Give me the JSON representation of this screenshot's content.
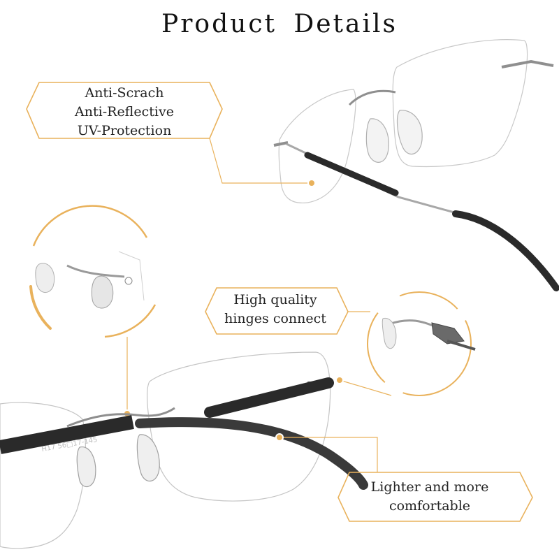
{
  "page": {
    "title": "Product Details"
  },
  "callouts": {
    "features": {
      "lines": [
        "Anti-Scrach",
        "Anti-Reflective",
        "UV-Protection"
      ]
    },
    "hinges": {
      "lines": [
        "High quality",
        "hinges connect"
      ]
    },
    "comfort": {
      "lines": [
        "Lighter and more",
        "comfortable"
      ]
    }
  },
  "temple_print": "H17 56□17-145",
  "colors": {
    "accent": "#e9b25c",
    "frame": "#9a9a9a",
    "temple": "#2a2a2a"
  }
}
